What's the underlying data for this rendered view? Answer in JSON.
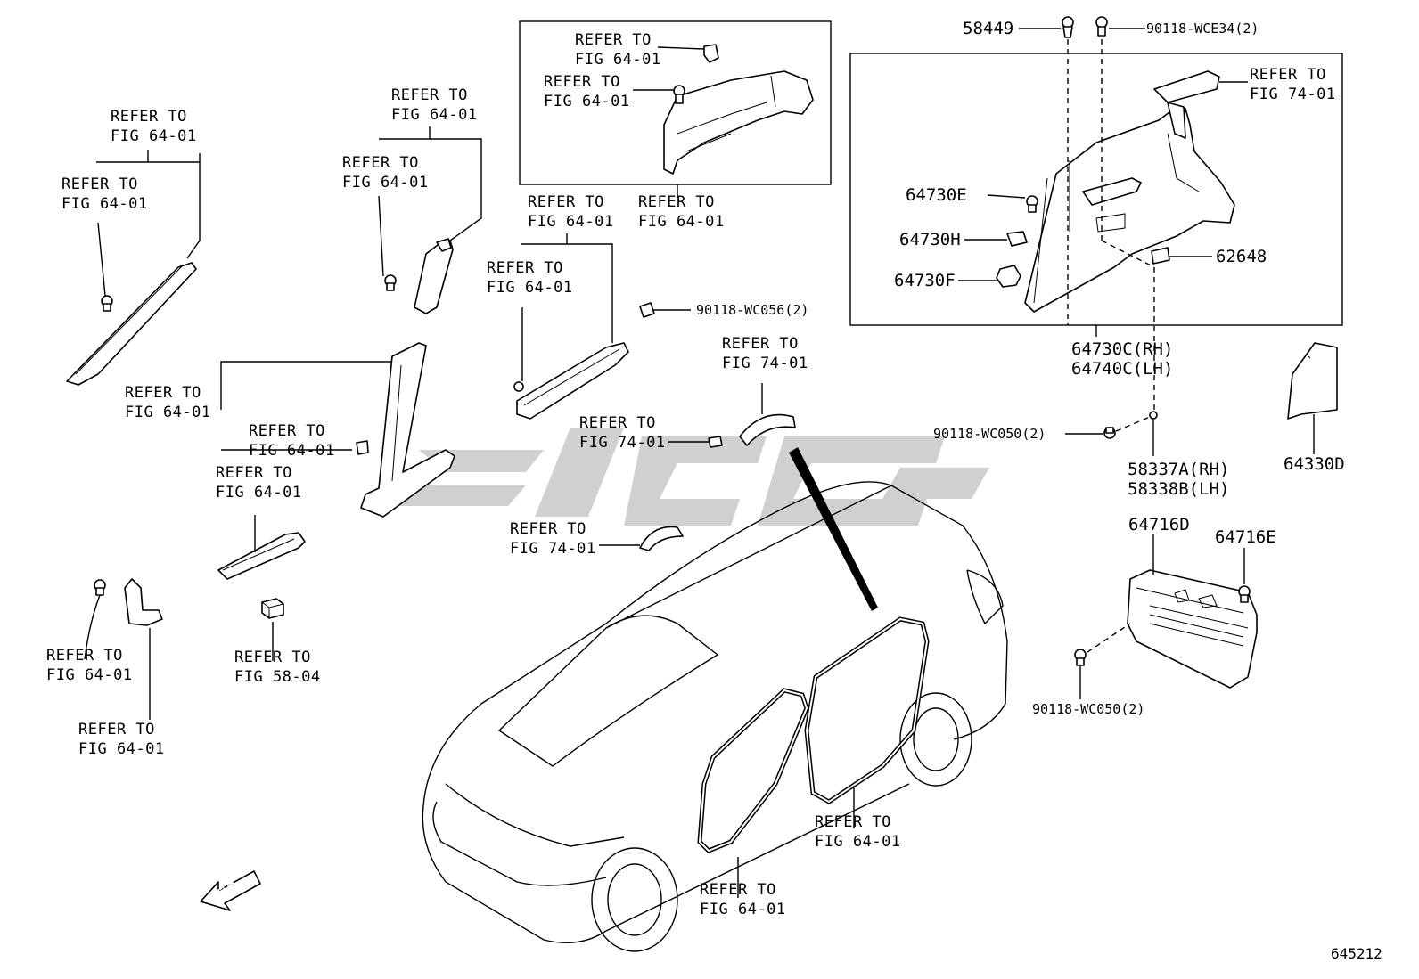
{
  "ref_64_01": "REFER TO\nFIG 64-01",
  "ref_74_01": "REFER TO\nFIG 74-01",
  "ref_58_04": "REFER TO\nFIG 58-04",
  "parts": {
    "p58449": "58449",
    "p90118_wce34": "90118-WCE34(2)",
    "p64730e": "64730E",
    "p64730h": "64730H",
    "p64730f": "64730F",
    "p62648": "62648",
    "p64730c": "64730C(RH)\n64740C(LH)",
    "p90118_wc056": "90118-WC056(2)",
    "p90118_wc050_a": "90118-WC050(2)",
    "p58337a": "58337A(RH)\n58338B(LH)",
    "p64330d": "64330D",
    "p64716d": "64716D",
    "p64716e": "64716E",
    "p90118_wc050_b": "90118-WC050(2)"
  },
  "fwd_label": "FWD",
  "figure_id": "645212",
  "colors": {
    "line": "#000000",
    "watermark": "#c8c8c8",
    "background": "#ffffff"
  }
}
